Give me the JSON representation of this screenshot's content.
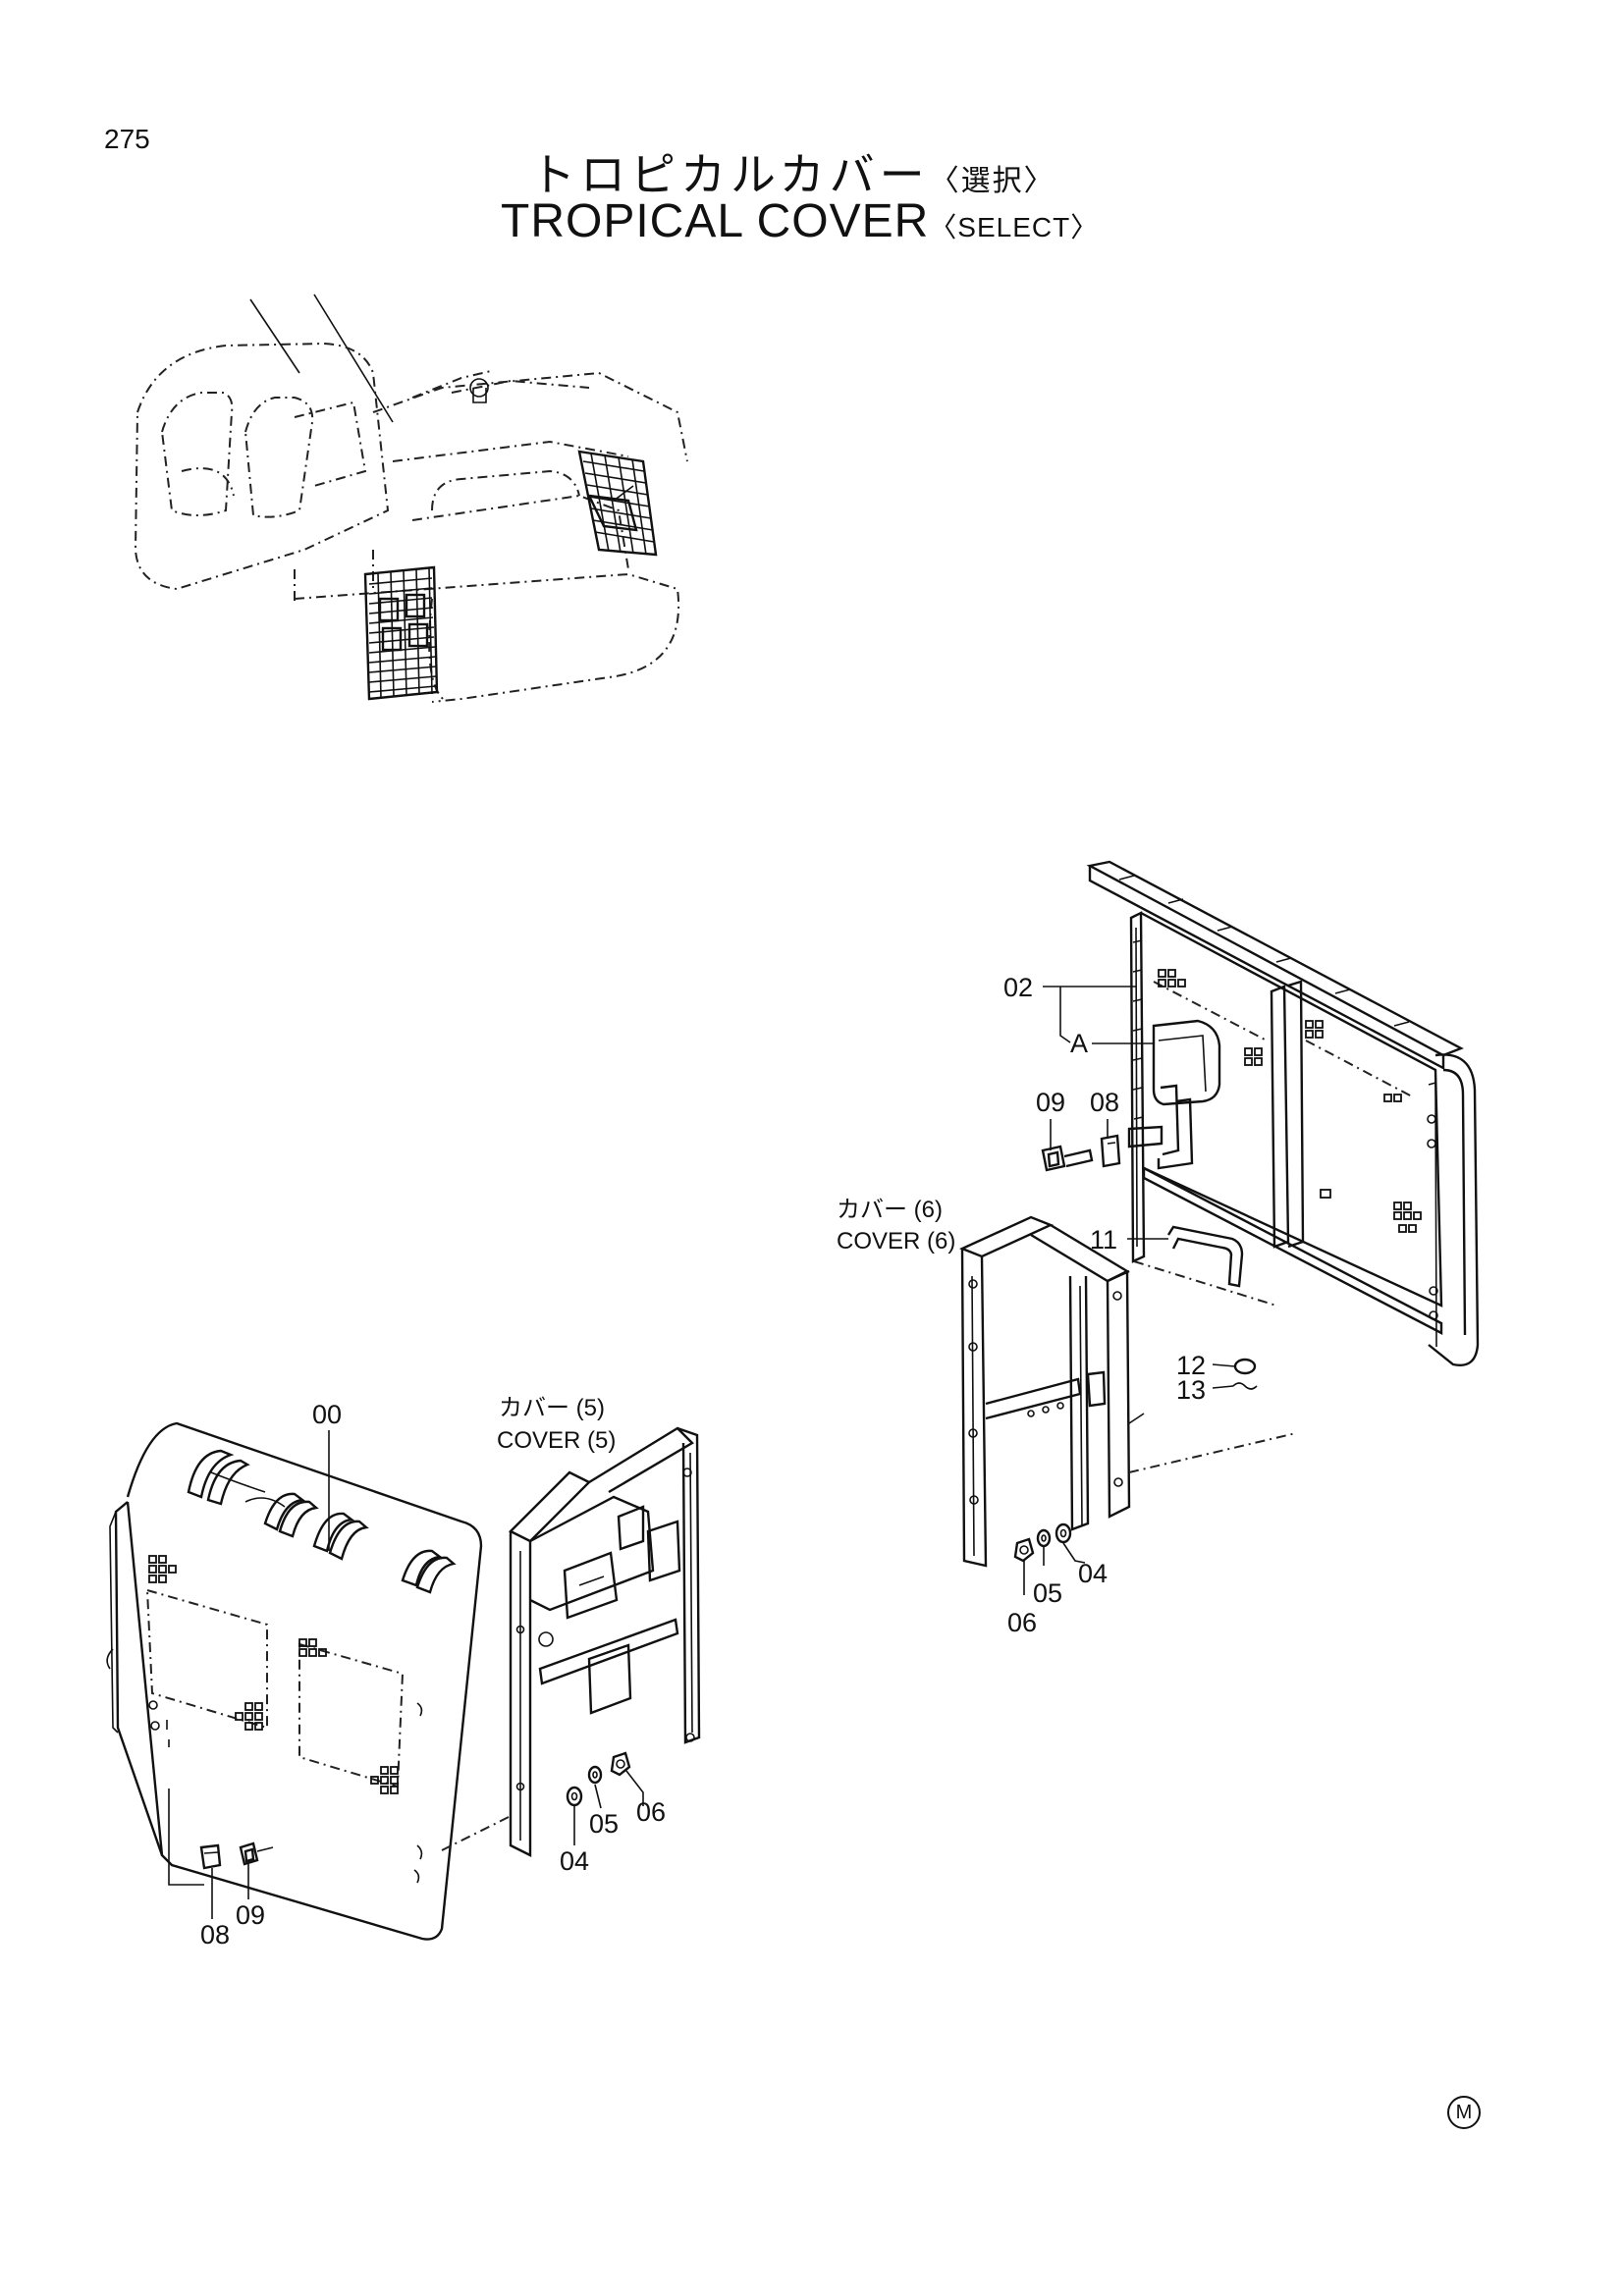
{
  "page": {
    "number": "275"
  },
  "title": {
    "ja": "トロピカルカバー",
    "ja_select": "〈選択〉",
    "en": "TROPICAL  COVER",
    "en_select": "〈SELECT〉"
  },
  "callouts": {
    "c00": "00",
    "c02": "02",
    "cA": "A",
    "c08_right": "08",
    "c09_right": "09",
    "c11": "11",
    "c12": "12",
    "c13": "13",
    "c04_right": "04",
    "c05_right": "05",
    "c06_right": "06",
    "c04_left": "04",
    "c05_left": "05",
    "c06_left": "06",
    "c08_left": "08",
    "c09_left": "09"
  },
  "covers": {
    "cover5_ja": "カバー (5)",
    "cover5_en": "COVER (5)",
    "cover6_ja": "カバー (6)",
    "cover6_en": "COVER (6)"
  },
  "footer": {
    "mark": "M"
  }
}
